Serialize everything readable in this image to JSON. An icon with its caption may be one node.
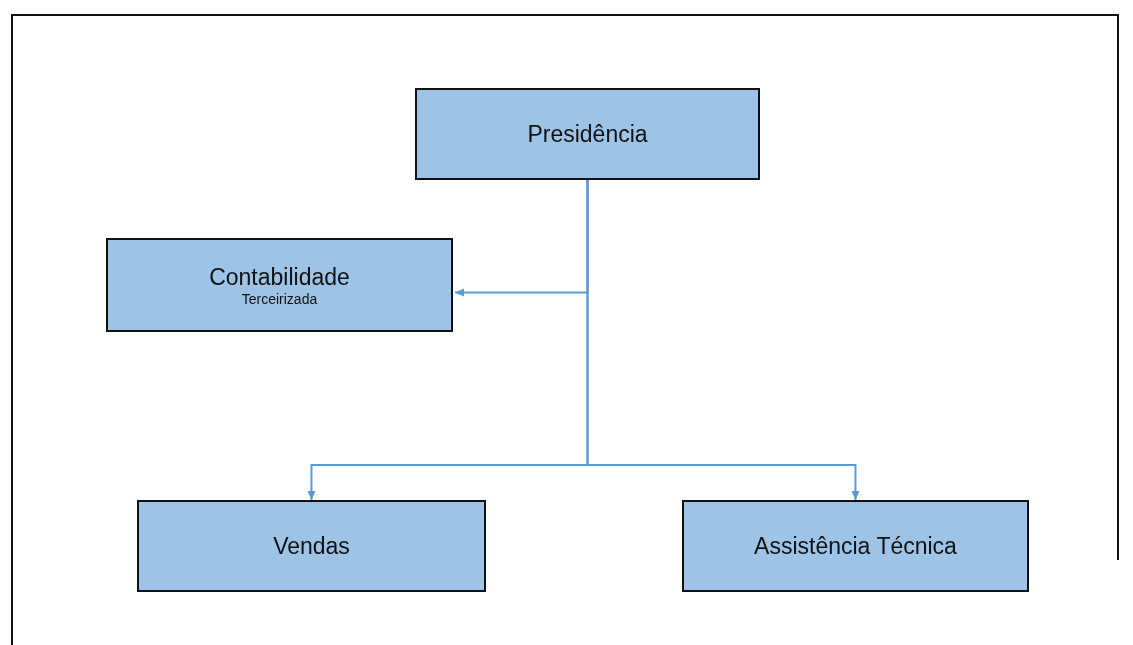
{
  "diagram": {
    "nodes": [
      {
        "text": [
          "Presidência"
        ]
      },
      {
        "text": [
          "Contabilidade",
          "Terceirizada"
        ]
      },
      {
        "text": [
          "Vendas"
        ]
      },
      {
        "text": [
          "Assistência Técnica"
        ]
      }
    ],
    "edges": [
      {
        "from": 0,
        "to": 1,
        "arrow": "to"
      },
      {
        "from": 0,
        "to": 2,
        "arrow": "to"
      },
      {
        "from": 0,
        "to": 3,
        "arrow": "to"
      }
    ]
  }
}
